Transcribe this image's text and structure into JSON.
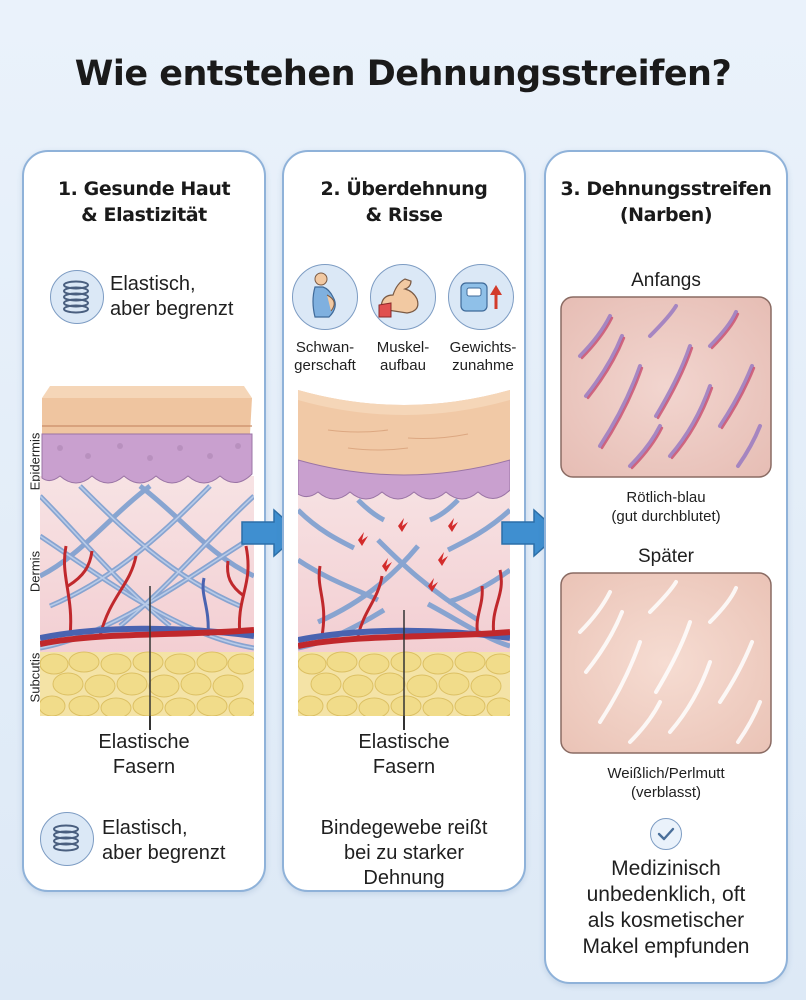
{
  "title": "Wie entstehen Dehnungsstreifen?",
  "panels": [
    {
      "heading_line1": "1. Gesunde Haut",
      "heading_line2": "& Elastizität",
      "top_note_line1": "Elastisch,",
      "top_note_line2": "aber begrenzt",
      "layers": [
        "Epidermis",
        "Dermis",
        "Subcutis"
      ],
      "fiber_label_line1": "Elastische",
      "fiber_label_line2": "Fasern",
      "bottom_note_line1": "Elastisch,",
      "bottom_note_line2": "aber begrenzt",
      "icon": "spring-icon"
    },
    {
      "heading_line1": "2. Überdehnung",
      "heading_line2": "& Risse",
      "causes": [
        {
          "line1": "Schwan-",
          "line2": "gerschaft",
          "icon": "pregnancy-icon"
        },
        {
          "line1": "Muskel-",
          "line2": "aufbau",
          "icon": "muscle-icon"
        },
        {
          "line1": "Gewichts-",
          "line2": "zunahme",
          "icon": "scale-icon"
        }
      ],
      "fiber_label_line1": "Elastische",
      "fiber_label_line2": "Fasern",
      "bottom_line1": "Bindegewebe reißt",
      "bottom_line2": "bei zu starker",
      "bottom_line3": "Dehnung"
    },
    {
      "heading_line1": "3. Dehnungsstreifen",
      "heading_line2": "(Narben)",
      "early_label": "Anfangs",
      "early_caption_line1": "Rötlich-blau",
      "early_caption_line2": "(gut durchblutet)",
      "late_label": "Später",
      "late_caption_line1": "Weißlich/Perlmutt",
      "late_caption_line2": "(verblasst)",
      "final_line1": "Medizinisch",
      "final_line2": "unbedenklich, oft",
      "final_line3": "als kosmetischer",
      "final_line4": "Makel empfunden",
      "icon": "check-icon"
    }
  ],
  "colors": {
    "panel_border": "#8fb2d9",
    "arrow": "#3f8fd0",
    "epidermis": "#f1c9a6",
    "dermis_band": "#c9a0cf",
    "fibers": "#7d9fd0",
    "vessels_red": "#c0282c",
    "vessels_blue": "#4a63b0",
    "fat": "#f1dc8a"
  }
}
